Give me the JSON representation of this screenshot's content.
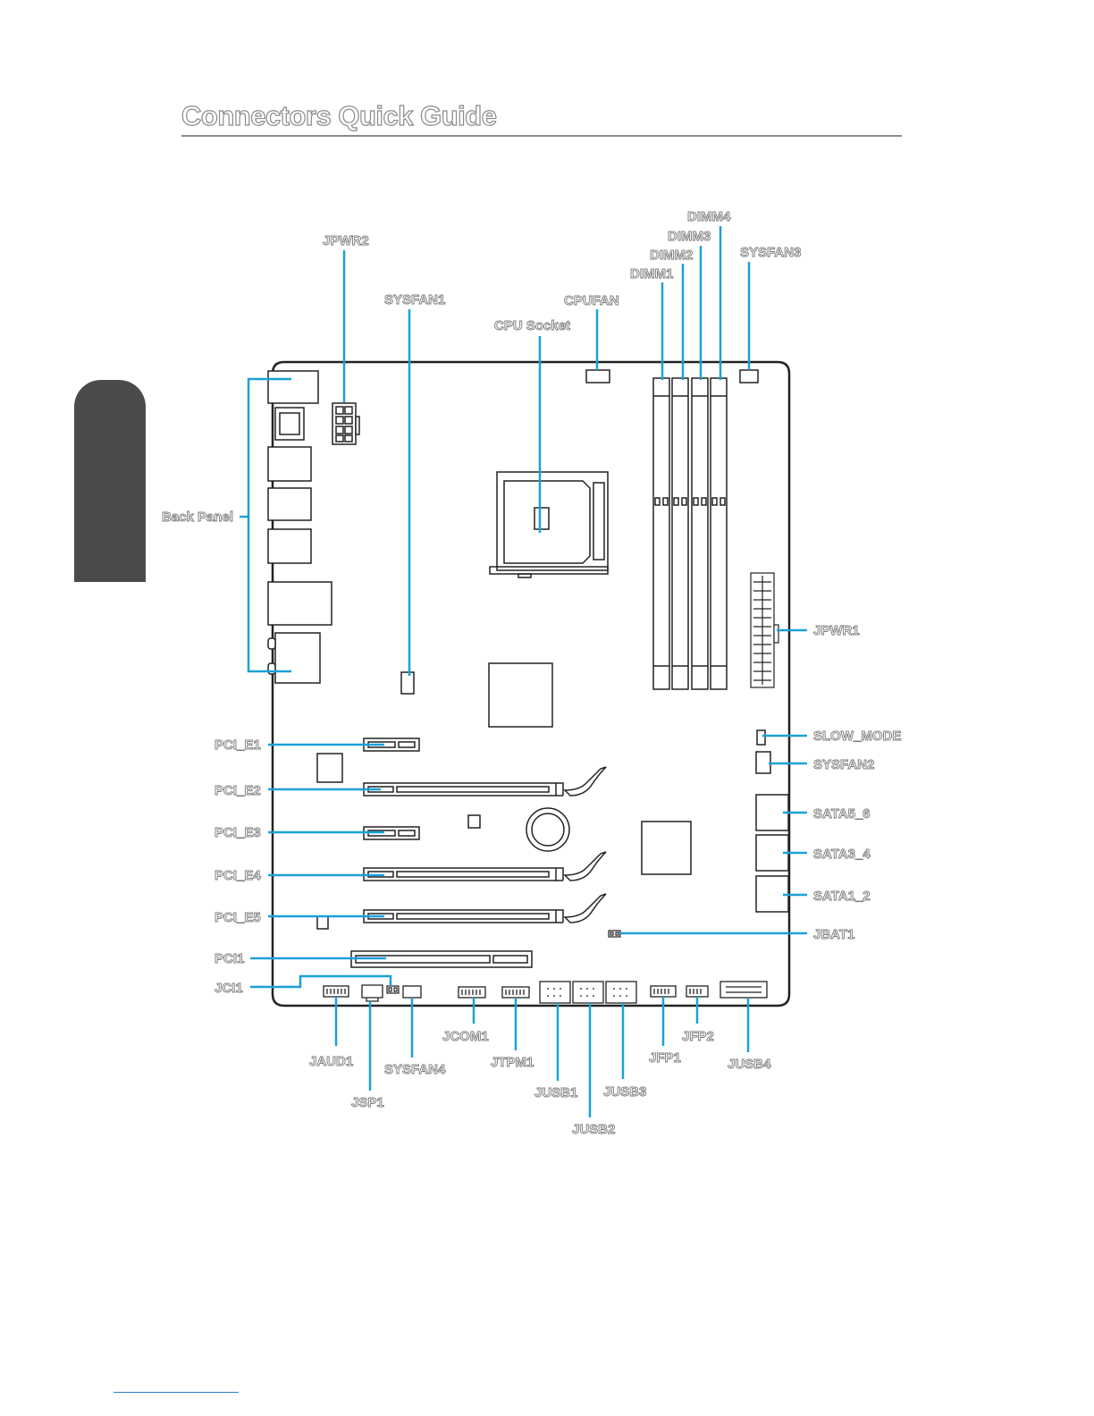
{
  "title": "Connectors Quick Guide",
  "accent_color": "#1ba1d8",
  "labels": {
    "dimm4": "DIMM4",
    "dimm3": "DIMM3",
    "dimm2": "DIMM2",
    "dimm1": "DIMM1",
    "sysfan3": "SYSFAN3",
    "jpwr2": "JPWR2",
    "sysfan1": "SYSFAN1",
    "cpufan": "CPUFAN",
    "cpu_socket": "CPU Socket",
    "back_panel": "Back  Panel",
    "jpwr1": "JPWR1",
    "slow_mode": "SLOW_MODE",
    "sysfan2": "SYSFAN2",
    "sata5_6": "SATA5_6",
    "sata3_4": "SATA3_4",
    "sata1_2": "SATA1_2",
    "jbat1": "JBAT1",
    "pci_e1": "PCI_E1",
    "pci_e2": "PCI_E2",
    "pci_e3": "PCI_E3",
    "pci_e4": "PCI_E4",
    "pci_e5": "PCI_E5",
    "pci1": "PCI1",
    "jci1": "JCI1",
    "jaud1": "JAUD1",
    "jsp1": "JSP1",
    "sysfan4": "SYSFAN4",
    "jcom1": "JCOM1",
    "jtpm1": "JTPM1",
    "jusb1": "JUSB1",
    "jusb2": "JUSB2",
    "jusb3": "JUSB3",
    "jfp1": "JFP1",
    "jfp2": "JFP2",
    "jusb4": "JUSB4"
  }
}
